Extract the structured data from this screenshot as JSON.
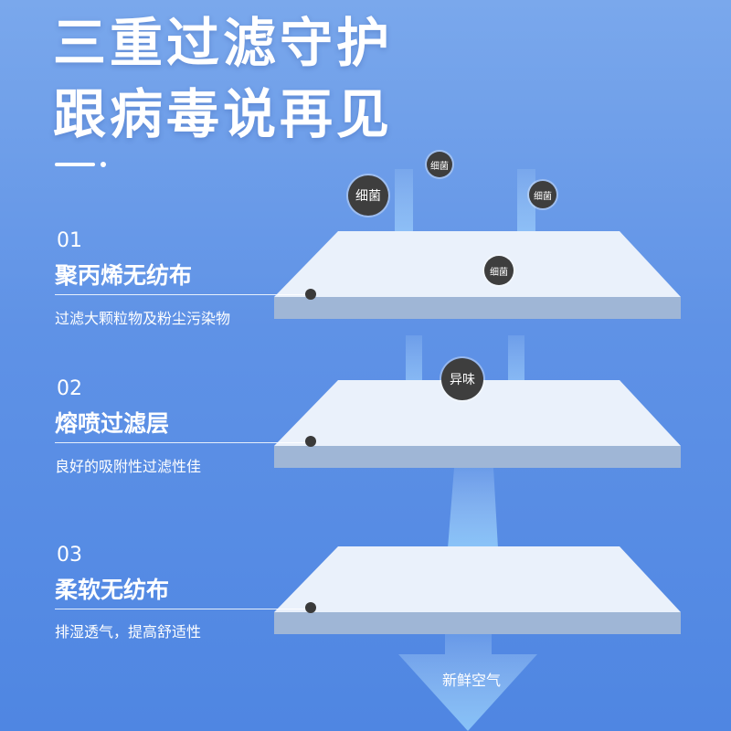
{
  "headline": {
    "line1": "三重过滤守护",
    "line2": "跟病毒说再见"
  },
  "layers": [
    {
      "number": "01",
      "title": "聚丙烯无纺布",
      "desc": "过滤大颗粒物及粉尘污染物"
    },
    {
      "number": "02",
      "title": "熔喷过滤层",
      "desc": "良好的吸附性过滤性佳"
    },
    {
      "number": "03",
      "title": "柔软无纺布",
      "desc": "排湿透气，提高舒适性"
    }
  ],
  "particles": {
    "bacteria_1": "细菌",
    "bacteria_2": "细菌",
    "bacteria_3": "细菌",
    "bacteria_4": "细菌",
    "odor": "异味"
  },
  "output_label": "新鲜空气",
  "colors": {
    "sheet_top": "#eaf1fb",
    "sheet_side": "#9fb6d6",
    "badge": "#3e3e3e",
    "arrow": "#9fd2ff"
  }
}
